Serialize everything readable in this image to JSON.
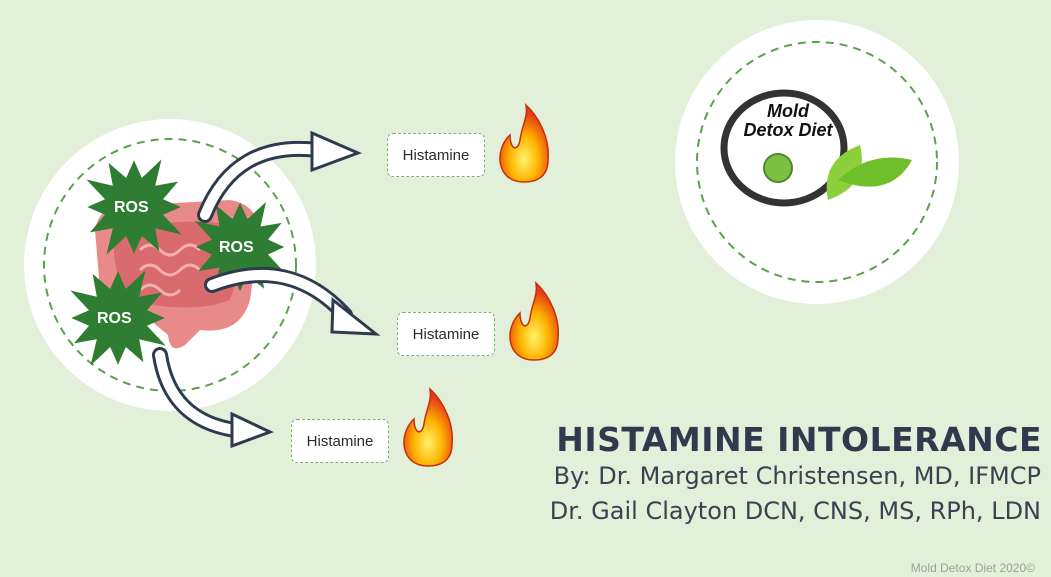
{
  "diagram": {
    "ros_labels": [
      "ROS",
      "ROS",
      "ROS"
    ],
    "histamine_labels": [
      "Histamine",
      "Histamine",
      "Histamine"
    ]
  },
  "logo": {
    "line1": "Mold",
    "line2": "Detox Diet"
  },
  "title": "HISTAMINE INTOLERANCE",
  "authors": [
    "By: Dr. Margaret Christensen, MD, IFMCP",
    "Dr. Gail Clayton DCN, CNS, MS, RPh, LDN"
  ],
  "footer": "Mold Detox Diet 2020©",
  "colors": {
    "background": "#e2efd9",
    "star": "#2e7d32",
    "title": "#2f3a4e",
    "dash": "#5aa34a"
  }
}
